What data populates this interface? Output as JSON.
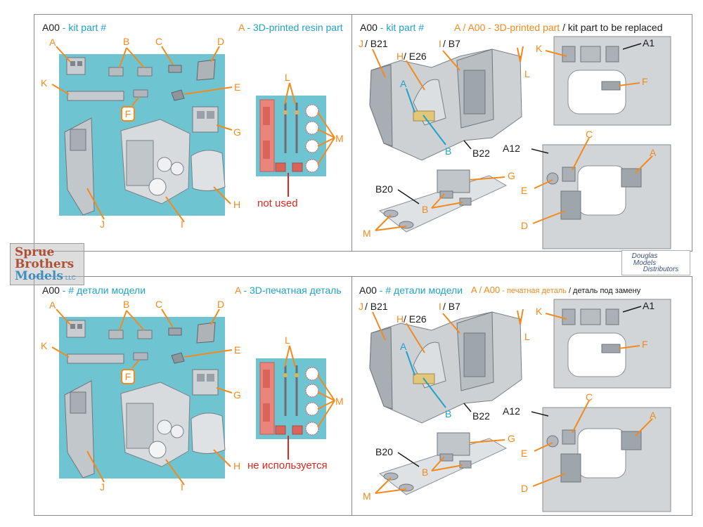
{
  "panels": {
    "top_left": {
      "header": {
        "code": "A00",
        "kit": " - kit part #",
        "resin_code": "A",
        "resin": " - 3D-printed resin part"
      },
      "labels": [
        "A",
        "B",
        "C",
        "D",
        "K",
        "E",
        "F",
        "G",
        "H",
        "J",
        "I",
        "L",
        "M"
      ],
      "not_used": "not used"
    },
    "top_right": {
      "header": {
        "code": "A00",
        "kit": " - kit part #",
        "print_code": "A / A00",
        "print": " - 3D-printed part",
        "replace": " / kit part to be replaced"
      },
      "orange_labels": {
        "j": "J",
        "h": "H",
        "i": "I",
        "l": "L",
        "k": "K",
        "f": "F",
        "c": "C",
        "a": "A",
        "e": "E",
        "g": "G",
        "b": "B",
        "m": "M",
        "d": "D"
      },
      "black_labels": {
        "b21": " / B21",
        "e26": " / E26",
        "b7": " / B7",
        "b22": "B22",
        "a1": "A1",
        "a12": "A12",
        "b20": "B20"
      },
      "teal_labels": {
        "a": "A",
        "b": "B"
      }
    },
    "bottom_left": {
      "header": {
        "code": "A00",
        "kit": " - # детали модели",
        "resin_code": "A",
        "resin": " - 3D-печатная деталь"
      },
      "labels": [
        "A",
        "B",
        "C",
        "D",
        "K",
        "E",
        "F",
        "G",
        "H",
        "J",
        "I",
        "L",
        "M"
      ],
      "not_used": "не используется"
    },
    "bottom_right": {
      "header": {
        "code": "A00",
        "kit": " - # детали модели",
        "print_code": "A / A00",
        "print": " - печатная деталь",
        "replace": " / деталь под замену"
      },
      "orange_labels": {
        "j": "J",
        "h": "H",
        "i": "I",
        "l": "L",
        "k": "K",
        "f": "F",
        "c": "C",
        "a": "A",
        "e": "E",
        "g": "G",
        "b": "B",
        "m": "M",
        "d": "D"
      },
      "black_labels": {
        "b21": " / B21",
        "e26": " / E26",
        "b7": " / B7",
        "b22": "B22",
        "a1": "A1",
        "a12": "A12",
        "b20": "B20"
      },
      "teal_labels": {
        "a": "A",
        "b": "B"
      }
    }
  },
  "watermarks": {
    "left": [
      "Sprue",
      "Brothers",
      "Models"
    ],
    "left_suffix": "LLC",
    "right": [
      "Douglas",
      "Models",
      "Distributors"
    ]
  },
  "colors": {
    "accent_orange": "#f28a1e",
    "teal": "#1fa3c7",
    "box_teal": "#6fc4d2",
    "red_text": "#e0271f",
    "resin_red": "#e9857d"
  }
}
